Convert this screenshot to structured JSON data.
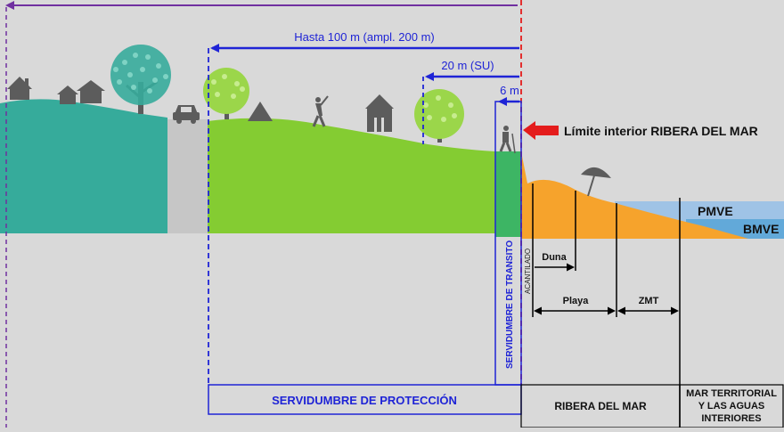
{
  "labels": {
    "hasta_100": "Hasta 100 m (ampl. 200 m)",
    "m20": "20 m (SU)",
    "m6": "6 m",
    "limite": "Límite interior  RIBERA DEL MAR",
    "pmve": "PMVE",
    "bmve": "BMVE",
    "duna": "Duna",
    "playa": "Playa",
    "zmt": "ZMT",
    "acantilado": "ACANTILADO",
    "servidumbre_transito": "SERVIDUMBRE DE TRANSITO",
    "servidumbre_proteccion": "SERVIDUMBRE DE PROTECCIÓN",
    "ribera": "RIBERA DEL MAR",
    "mar_line1": "MAR TERRITORIAL",
    "mar_line2": "Y LAS AGUAS",
    "mar_line3": "INTERIORES"
  },
  "colors": {
    "background": "#d9d9d9",
    "teal": "#36ab9b",
    "green": "#84cc32",
    "road": "#c6c6c6",
    "transit_strip": "#3db564",
    "sand": "#f6a32c",
    "sea_light": "#9fc3e6",
    "sea_dark": "#62a9d9",
    "blue_arrows": "#1f24d6",
    "purple": "#7030a0",
    "red": "#e41c1c",
    "icon_grey": "#5c5c5c"
  },
  "icons": [
    "house-icon",
    "tree-icon",
    "car-icon",
    "tent-icon",
    "golfer-icon",
    "hut-icon",
    "hiker-icon",
    "umbrella-icon",
    "red-arrow-icon"
  ]
}
